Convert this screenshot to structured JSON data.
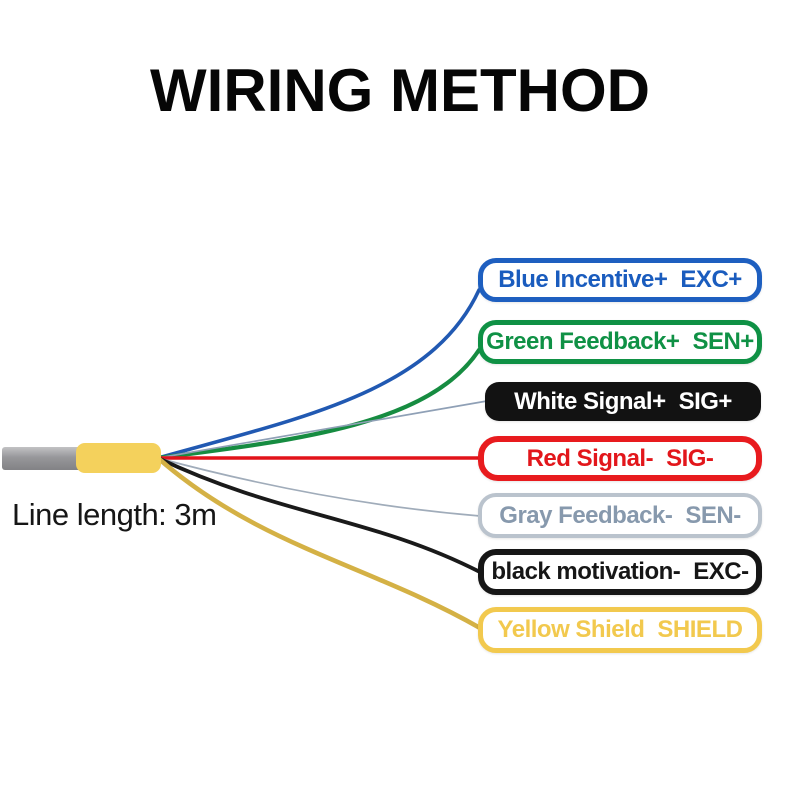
{
  "title": "WIRING METHOD",
  "note": "Line length: 3m",
  "cable": {
    "body_color_light": "#c2c2c4",
    "body_color": "#97979a",
    "body_color_dark": "#828285",
    "sleeve_color": "#f4d15c"
  },
  "wires": [
    {
      "id": "blue",
      "name": "Blue Incentive+",
      "code": "EXC+",
      "wire_color": "#2159b2",
      "box_border": "#1e5fc0",
      "box_text": "#1a5cbe",
      "box_bg": "#ffffff",
      "border_width": 5
    },
    {
      "id": "green",
      "name": "Green Feedback+",
      "code": "SEN+",
      "wire_color": "#168c41",
      "box_border": "#0f9145",
      "box_text": "#0f9145",
      "box_bg": "#ffffff",
      "border_width": 5
    },
    {
      "id": "white",
      "name": "White Signal+",
      "code": "SIG+",
      "wire_color": "#8fa0b6",
      "box_border": "#121212",
      "box_text": "#ffffff",
      "box_bg": "#121212",
      "border_width": 0
    },
    {
      "id": "red",
      "name": "Red Signal-",
      "code": "SIG-",
      "wire_color": "#e2131a",
      "box_border": "#e81b1e",
      "box_text": "#e2161b",
      "box_bg": "#ffffff",
      "border_width": 6
    },
    {
      "id": "gray",
      "name": "Gray Feedback-",
      "code": "SEN-",
      "wire_color": "#a0acba",
      "box_border": "#bac3cd",
      "box_text": "#8799ad",
      "box_bg": "#ffffff",
      "border_width": 4
    },
    {
      "id": "black",
      "name": "black motivation-",
      "code": "EXC-",
      "wire_color": "#1a1a1a",
      "box_border": "#161616",
      "box_text": "#161616",
      "box_bg": "#ffffff",
      "border_width": 6
    },
    {
      "id": "yellow",
      "name": "Yellow Shield",
      "code": "SHIELD",
      "wire_color": "#d4b145",
      "box_border": "#f2c94e",
      "box_text": "#f2c94e",
      "box_bg": "#ffffff",
      "border_width": 5
    }
  ]
}
